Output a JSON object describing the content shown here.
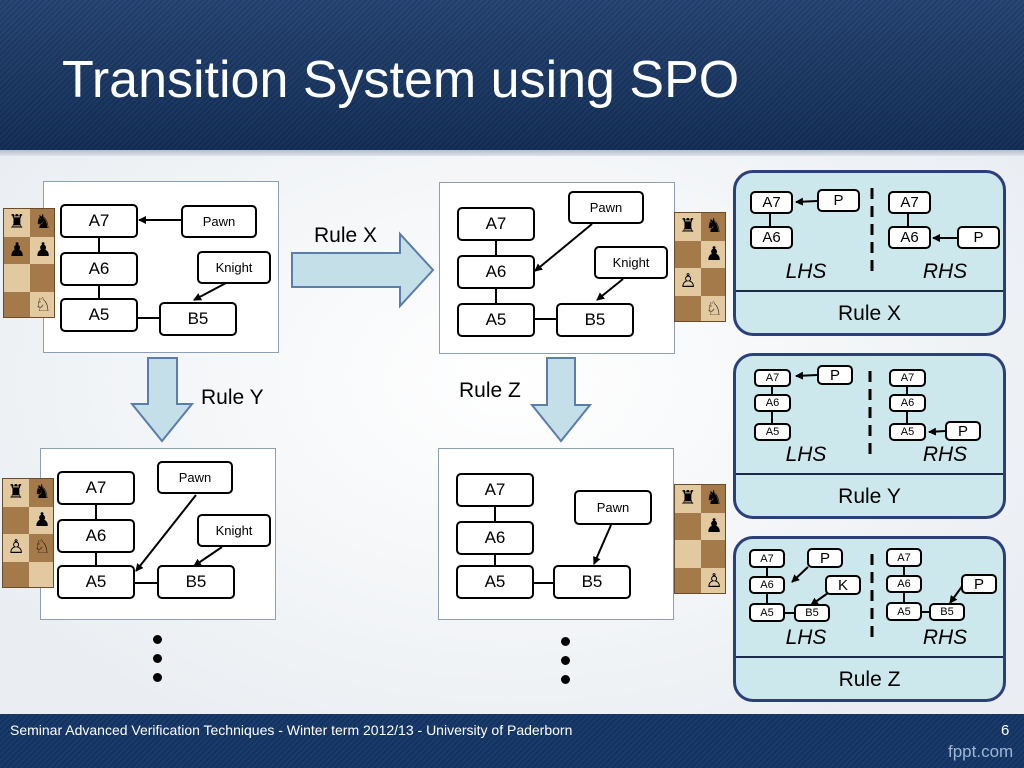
{
  "title": "Transition System using SPO",
  "footer": {
    "text": "Seminar Advanced Verification Techniques - Winter term 2012/13 - University of Paderborn",
    "page": "6",
    "brand": "fppt.com"
  },
  "nodes": {
    "a7": "A7",
    "a6": "A6",
    "a5": "A5",
    "b5": "B5",
    "pawn": "Pawn",
    "knight": "Knight",
    "p": "P",
    "k": "K"
  },
  "transitions": {
    "rule_x": "Rule X",
    "rule_y": "Rule Y",
    "rule_z": "Rule Z"
  },
  "rules": [
    {
      "lhs": "LHS",
      "rhs": "RHS",
      "name": "Rule X"
    },
    {
      "lhs": "LHS",
      "rhs": "RHS",
      "name": "Rule Y"
    },
    {
      "lhs": "LHS",
      "rhs": "RHS",
      "name": "Rule Z"
    }
  ],
  "colors": {
    "header_blue": "#1d3e72",
    "rule_panel_fill": "#cde8ec",
    "rule_panel_border": "#2b3f7a",
    "flow_arrow_fill": "#c5dfe9",
    "flow_arrow_border": "#5a7dab"
  }
}
